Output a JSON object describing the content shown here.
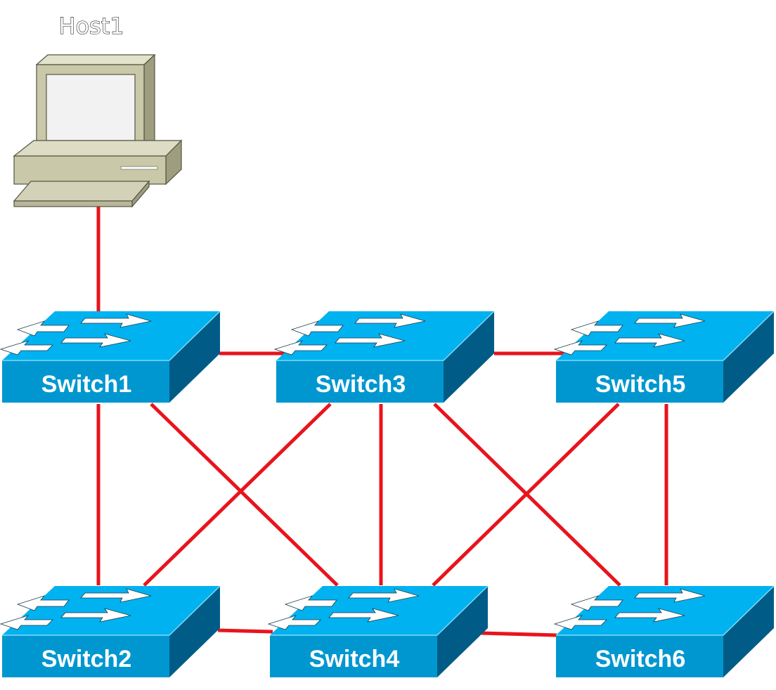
{
  "diagram": {
    "title": "",
    "colors": {
      "link": "#e8141c",
      "switch_top": "#00b2f0",
      "switch_front": "#0097d0",
      "switch_side": "#005c86",
      "arrow": "#ffffff",
      "pc_body": "#c9c8a8",
      "pc_side": "#9e9d7f",
      "pc_screen": "#f2f2f2"
    },
    "host": {
      "id": "host1",
      "label": "Host1",
      "icon": "desktop-computer-icon"
    },
    "switches": [
      {
        "id": "switch1",
        "label": "Switch1",
        "icon": "network-switch-icon"
      },
      {
        "id": "switch3",
        "label": "Switch3",
        "icon": "network-switch-icon"
      },
      {
        "id": "switch5",
        "label": "Switch5",
        "icon": "network-switch-icon"
      },
      {
        "id": "switch2",
        "label": "Switch2",
        "icon": "network-switch-icon"
      },
      {
        "id": "switch4",
        "label": "Switch4",
        "icon": "network-switch-icon"
      },
      {
        "id": "switch6",
        "label": "Switch6",
        "icon": "network-switch-icon"
      }
    ],
    "links": [
      {
        "from": "host1",
        "to": "switch1"
      },
      {
        "from": "switch1",
        "to": "switch3"
      },
      {
        "from": "switch3",
        "to": "switch5"
      },
      {
        "from": "switch1",
        "to": "switch2"
      },
      {
        "from": "switch1",
        "to": "switch4"
      },
      {
        "from": "switch3",
        "to": "switch2"
      },
      {
        "from": "switch3",
        "to": "switch4"
      },
      {
        "from": "switch3",
        "to": "switch6"
      },
      {
        "from": "switch5",
        "to": "switch4"
      },
      {
        "from": "switch5",
        "to": "switch6"
      },
      {
        "from": "switch2",
        "to": "switch4"
      },
      {
        "from": "switch4",
        "to": "switch6"
      }
    ]
  }
}
